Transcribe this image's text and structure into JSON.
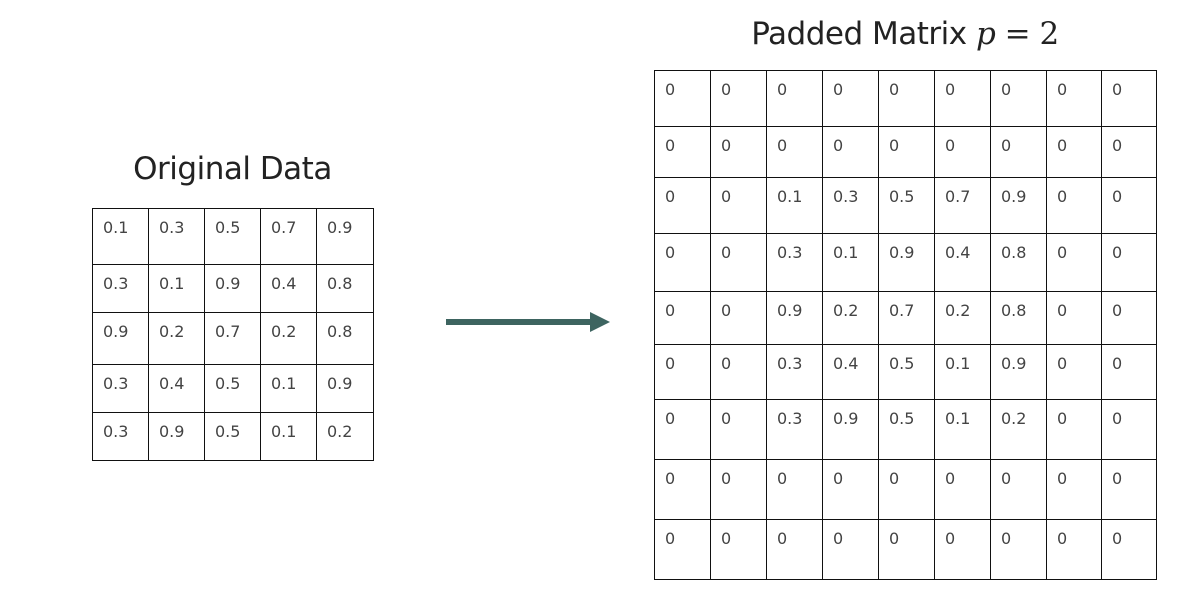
{
  "original": {
    "title": "Original Data",
    "rows": [
      [
        "0.1",
        "0.3",
        "0.5",
        "0.7",
        "0.9"
      ],
      [
        "0.3",
        "0.1",
        "0.9",
        "0.4",
        "0.8"
      ],
      [
        "0.9",
        "0.2",
        "0.7",
        "0.2",
        "0.8"
      ],
      [
        "0.3",
        "0.4",
        "0.5",
        "0.1",
        "0.9"
      ],
      [
        "0.3",
        "0.9",
        "0.5",
        "0.1",
        "0.2"
      ]
    ]
  },
  "padded": {
    "title_prefix": "Padded Matrix",
    "title_var": "p",
    "title_eq": "=",
    "title_value": "2",
    "rows": [
      [
        "0",
        "0",
        "0",
        "0",
        "0",
        "0",
        "0",
        "0",
        "0"
      ],
      [
        "0",
        "0",
        "0",
        "0",
        "0",
        "0",
        "0",
        "0",
        "0"
      ],
      [
        "0",
        "0",
        "0.1",
        "0.3",
        "0.5",
        "0.7",
        "0.9",
        "0",
        "0"
      ],
      [
        "0",
        "0",
        "0.3",
        "0.1",
        "0.9",
        "0.4",
        "0.8",
        "0",
        "0"
      ],
      [
        "0",
        "0",
        "0.9",
        "0.2",
        "0.7",
        "0.2",
        "0.8",
        "0",
        "0"
      ],
      [
        "0",
        "0",
        "0.3",
        "0.4",
        "0.5",
        "0.1",
        "0.9",
        "0",
        "0"
      ],
      [
        "0",
        "0",
        "0.3",
        "0.9",
        "0.5",
        "0.1",
        "0.2",
        "0",
        "0"
      ],
      [
        "0",
        "0",
        "0",
        "0",
        "0",
        "0",
        "0",
        "0",
        "0"
      ],
      [
        "0",
        "0",
        "0",
        "0",
        "0",
        "0",
        "0",
        "0",
        "0"
      ]
    ]
  },
  "arrow": {
    "icon": "right-arrow-icon",
    "color": "#3d6460"
  }
}
